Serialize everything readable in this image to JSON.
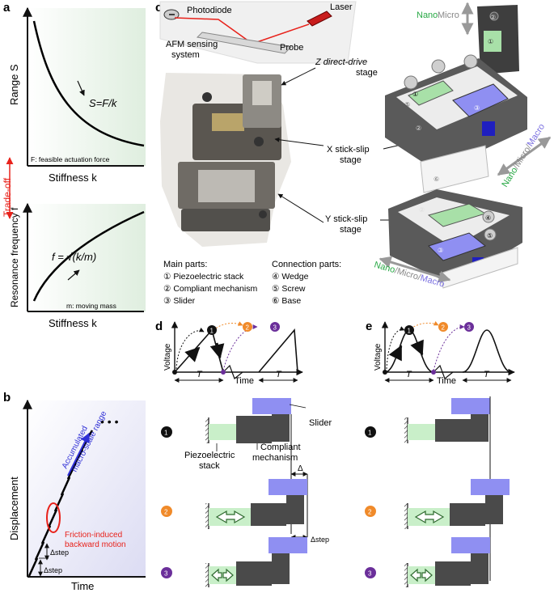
{
  "panel_labels": {
    "a": "a",
    "b": "b",
    "c": "c",
    "d": "d",
    "e": "e"
  },
  "panel_a": {
    "top_ylabel": "Range S",
    "top_xlabel": "Stiffness k",
    "top_equation": "S=F/k",
    "top_note": "F: feasible actuation force",
    "tradeoff": "Trade-off",
    "bottom_ylabel": "Resonance frequency f",
    "bottom_xlabel": "Stiffness k",
    "bottom_equation": "f = √(k/m)",
    "bottom_note": "m: moving mass"
  },
  "panel_b": {
    "ylabel": "Displacement",
    "xlabel": "Time",
    "range_line1": "Accumulated",
    "range_line2": "macro-scale range",
    "friction_line1": "Friction-induced",
    "friction_line2": "backward motion",
    "step1": "Δstep",
    "step2": "Δstep",
    "dots": "• • •"
  },
  "panel_c": {
    "photodiode": "Photodiode",
    "laser": "Laser",
    "afm_line1": "AFM sensing",
    "afm_line2": "system",
    "probe": "Probe",
    "z_stage_line1": "Z direct-drive",
    "z_stage_line2": "stage",
    "x_stage_line1": "X stick-slip",
    "x_stage_line2": "stage",
    "y_stage_line1": "Y stick-slip",
    "y_stage_line2": "stage",
    "scale_nano": "Nano",
    "scale_sep1": "/",
    "scale_micro": "Micro",
    "scale_sep2": "/",
    "scale_macro": "Macro",
    "main_parts_title": "Main parts:",
    "main_parts": [
      "① Piezoelectric stack",
      "② Compliant mechanism",
      "③ Slider"
    ],
    "connection_title": "Connection parts:",
    "connection_parts": [
      "④ Wedge",
      "⑤ Screw",
      "⑥ Base"
    ],
    "parts_3d": [
      "①",
      "②",
      "③",
      "④",
      "⑤",
      "⑥"
    ]
  },
  "panel_d": {
    "ylabel": "Voltage",
    "xlabel": "Time",
    "period": "T",
    "period2": "T",
    "markers": [
      "1",
      "2",
      "3"
    ],
    "slider": "Slider",
    "piezo_line1": "Piezoelectric",
    "piezo_line2": "stack",
    "compliant_line1": "Compliant",
    "compliant_line2": "mechanism",
    "delta": "Δ",
    "delta_step": "Δstep"
  },
  "panel_e": {
    "ylabel": "Voltage",
    "xlabel": "Time",
    "period": "T",
    "period2": "T",
    "markers": [
      "1",
      "2",
      "3"
    ]
  },
  "colors": {
    "red": "#e8221b",
    "green_text": "#27a844",
    "purple_text": "#7a6fe0",
    "marker1": "#111111",
    "marker2": "#f08a2a",
    "marker3": "#6b2f9a",
    "slider_fill": "#8f8ff2",
    "piezo_fill": "#c9efc9",
    "mechanism_fill": "#4a4a4a",
    "arrow_blue": "#2f2fd6"
  }
}
